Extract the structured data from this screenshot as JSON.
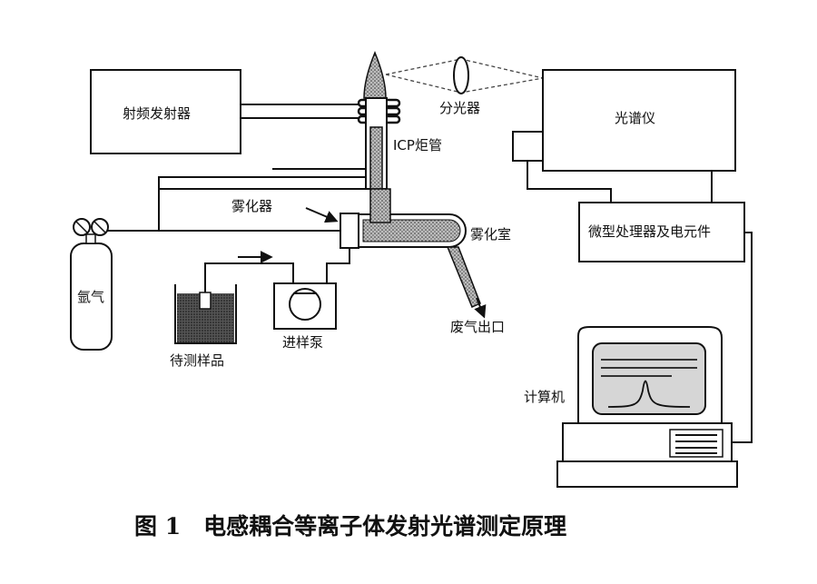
{
  "labels": {
    "rf_generator": "射频发射器",
    "spectrometer": "光谱仪",
    "splitter": "分光器",
    "icp_torch": "ICP炬管",
    "nebulizer": "雾化器",
    "spray_chamber": "雾化室",
    "argon": "氩气",
    "pump": "进样泵",
    "sample": "待测样品",
    "exhaust": "废气出口",
    "processor": "微型处理器及电元件",
    "computer": "计算机"
  },
  "caption": "图 1　电感耦合等离子体发射光谱测定原理"
}
